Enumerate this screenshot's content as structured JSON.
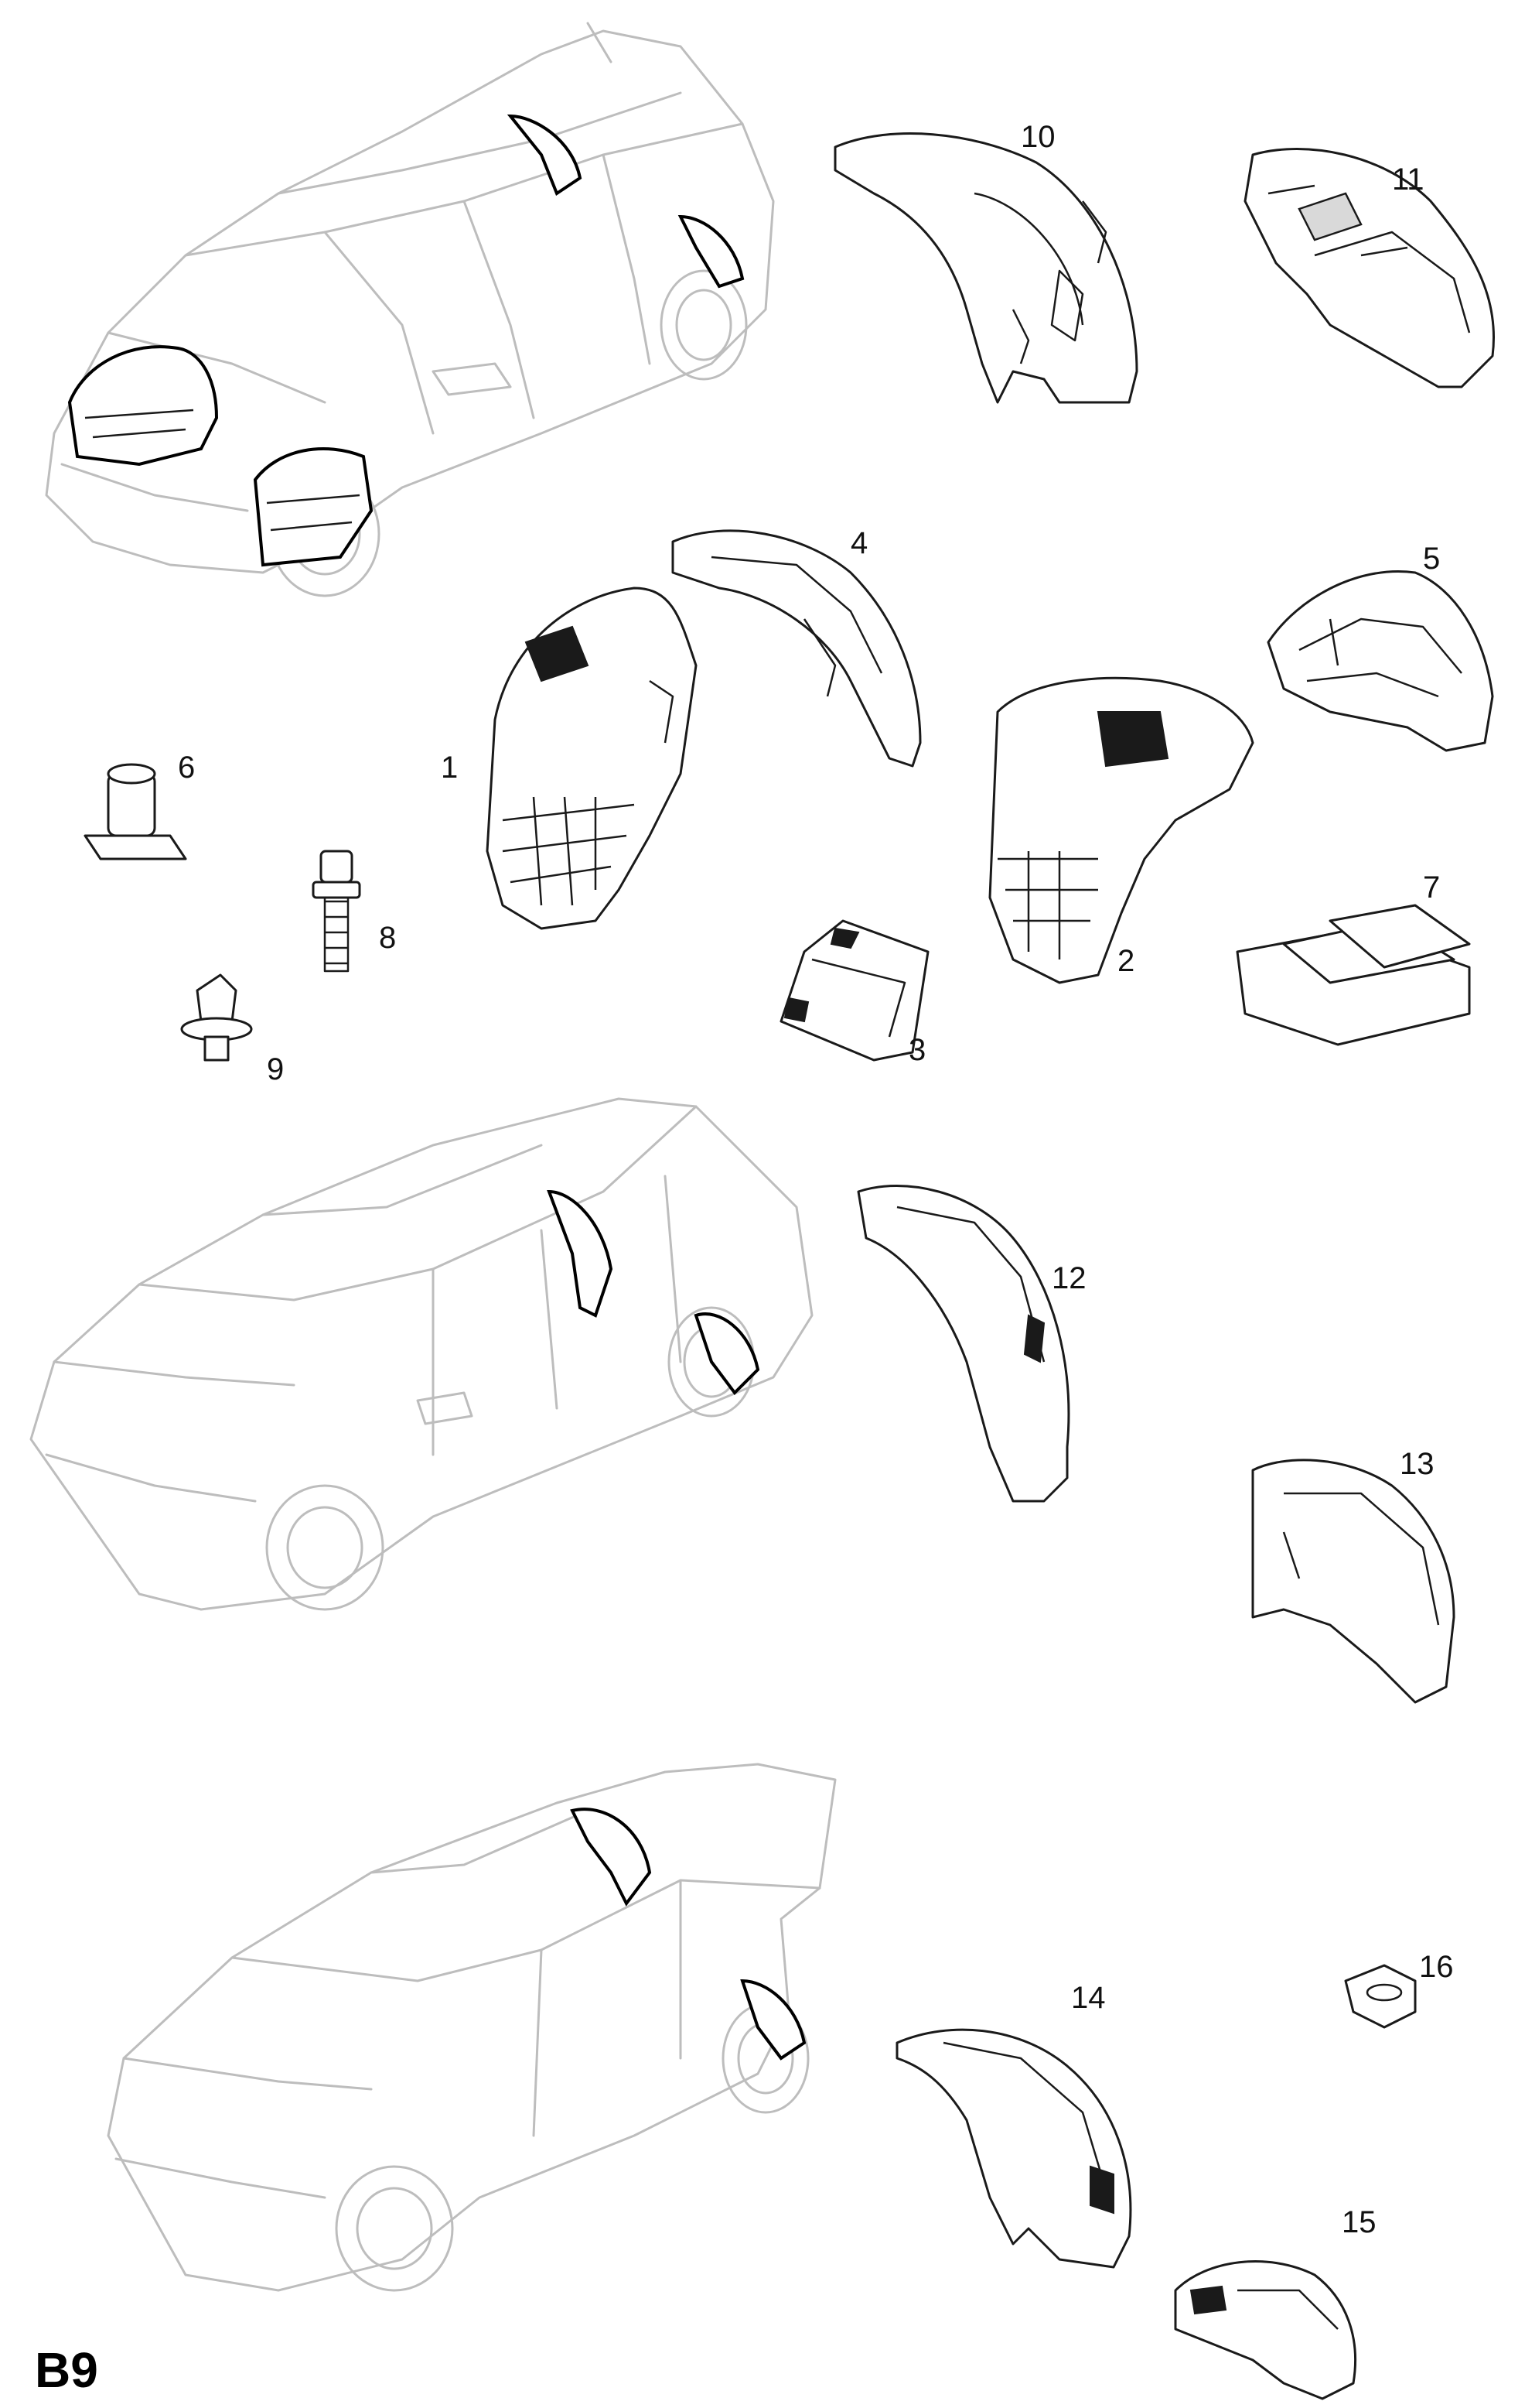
{
  "sheet_code": "B9",
  "callouts": [
    "1",
    "2",
    "3",
    "4",
    "5",
    "6",
    "7",
    "8",
    "9",
    "10",
    "11",
    "12",
    "13",
    "14",
    "15",
    "16"
  ],
  "icons": {
    "vehicle_hatchback": "car-hatchback-icon",
    "vehicle_wagon": "car-wagon-icon",
    "vehicle_sedan": "car-sedan-icon"
  },
  "colors": {
    "line": "#1a1a1a",
    "vehicle": "#bdbdbd",
    "background": "#ffffff"
  }
}
